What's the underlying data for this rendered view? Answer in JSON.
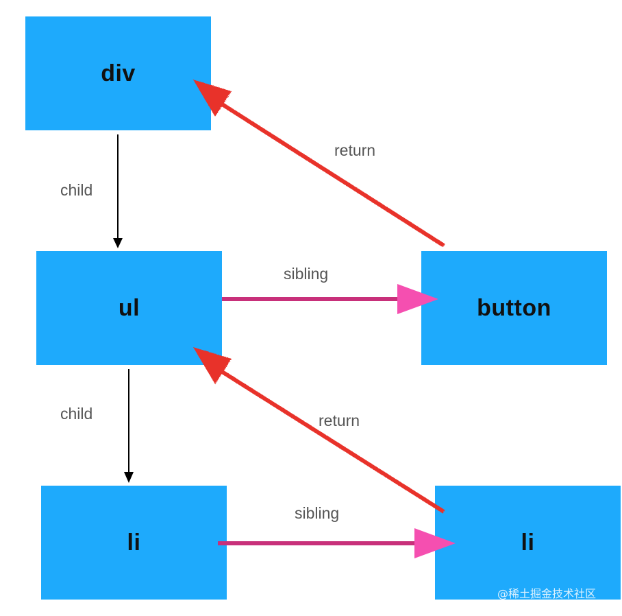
{
  "nodes": {
    "div": {
      "label": "div"
    },
    "ul": {
      "label": "ul"
    },
    "button": {
      "label": "button"
    },
    "li_first": {
      "label": "li"
    },
    "li_second": {
      "label": "li"
    }
  },
  "edges": {
    "div_ul": {
      "label": "child",
      "type": "child"
    },
    "ul_li": {
      "label": "child",
      "type": "child"
    },
    "ul_button": {
      "label": "sibling",
      "type": "sibling"
    },
    "li_li": {
      "label": "sibling",
      "type": "sibling"
    },
    "button_div": {
      "label": "return",
      "type": "return"
    },
    "li_ul": {
      "label": "return",
      "type": "return"
    }
  },
  "colors": {
    "node_fill": "#1eaafc",
    "child_arrow": "#000000",
    "sibling_line": "#c8307a",
    "sibling_head": "#f54fb0",
    "return_arrow": "#e8302a"
  },
  "watermark": {
    "text": "@稀土掘金技术社区"
  }
}
